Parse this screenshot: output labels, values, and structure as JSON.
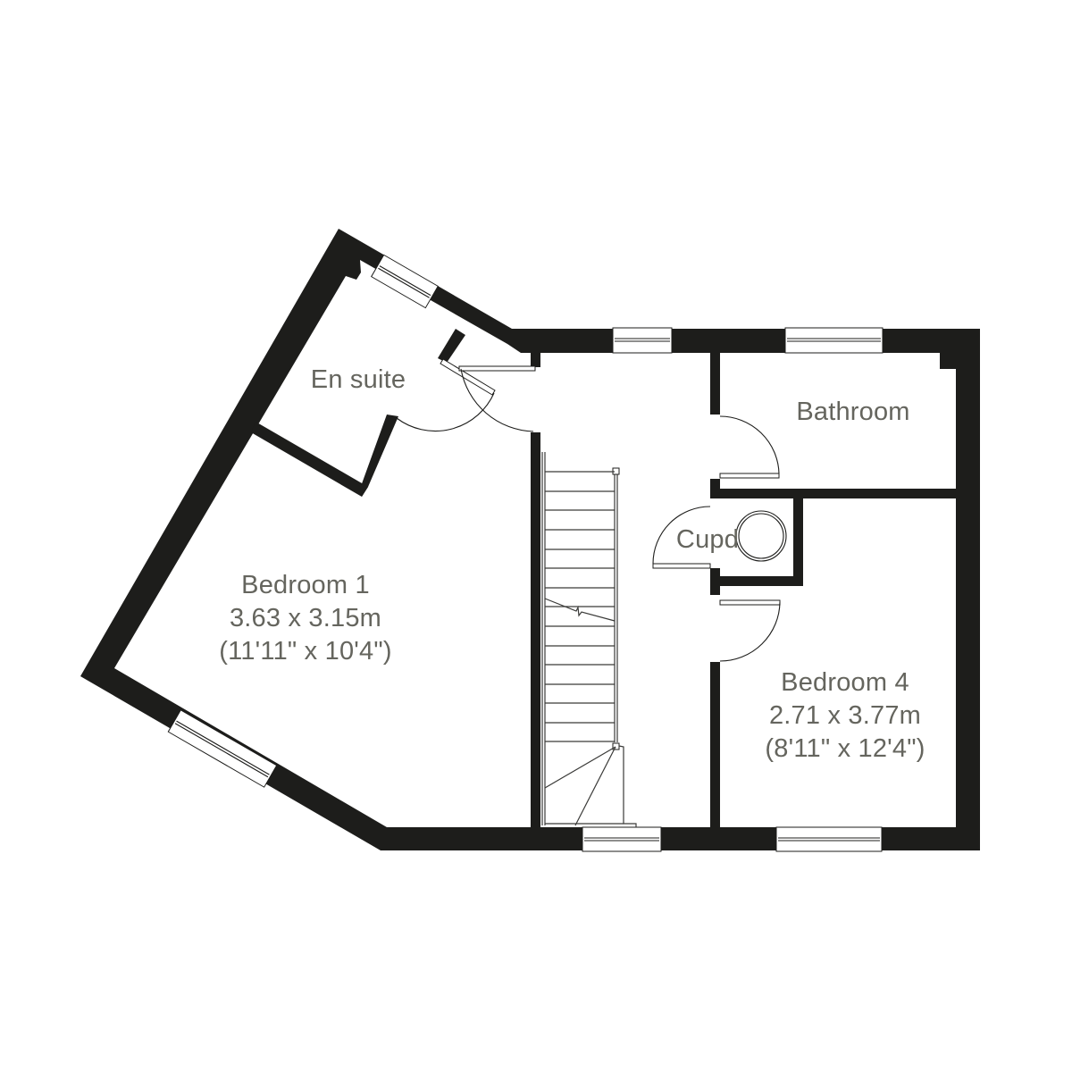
{
  "floorplan": {
    "colors": {
      "wall": "#1d1d1b",
      "text": "#65655e",
      "background": "#ffffff"
    },
    "rooms": [
      {
        "id": "en-suite",
        "name": "En suite"
      },
      {
        "id": "bathroom",
        "name": "Bathroom"
      },
      {
        "id": "cupboard",
        "name": "Cupd"
      },
      {
        "id": "bedroom-1",
        "name": "Bedroom 1",
        "dimensions_metric": "3.63 x 3.15m",
        "dimensions_imperial": "(11'11\" x 10'4\")"
      },
      {
        "id": "bedroom-4",
        "name": "Bedroom 4",
        "dimensions_metric": "2.71 x 3.77m",
        "dimensions_imperial": "(8'11\" x 12'4\")"
      }
    ],
    "icons": [
      "window-icon",
      "door-swing-icon",
      "staircase-icon",
      "cylinder-icon",
      "stair-break-icon"
    ]
  }
}
